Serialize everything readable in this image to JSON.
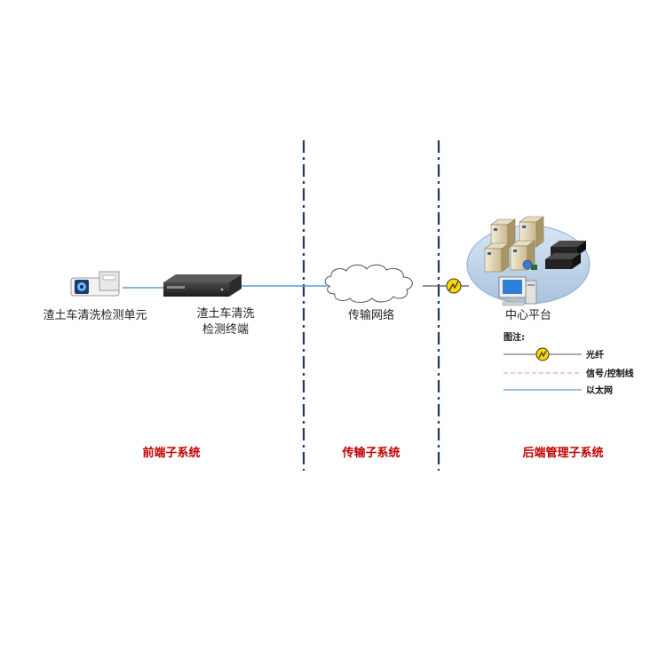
{
  "nodes": {
    "detection_unit": "渣土车清洗检测单元",
    "detection_terminal_line1": "渣土车清洗",
    "detection_terminal_line2": "检测终端",
    "network": "传输网络",
    "center_platform": "中心平台"
  },
  "sections": {
    "front": "前端子系统",
    "transmission": "传输子系统",
    "backend": "后端管理子系统"
  },
  "legend": {
    "title": "图注:",
    "fiber": "光纤",
    "signal": "信号/控制线",
    "ethernet": "以太网"
  },
  "colors": {
    "section_label": "#c00000",
    "divider": "#1f3864",
    "ethernet_line": "#5b9bd5",
    "signal_line": "#f4a6a6",
    "fiber_icon": "#ffd700",
    "platform_ellipse": "#bcd2ea"
  },
  "icons": {
    "camera": "camera-icon",
    "terminal": "server-box-icon",
    "cloud": "cloud-icon",
    "fiber": "fiber-icon",
    "servers": "server-cluster-icon",
    "computer": "monitor-icon",
    "rack": "rack-device-icon"
  }
}
